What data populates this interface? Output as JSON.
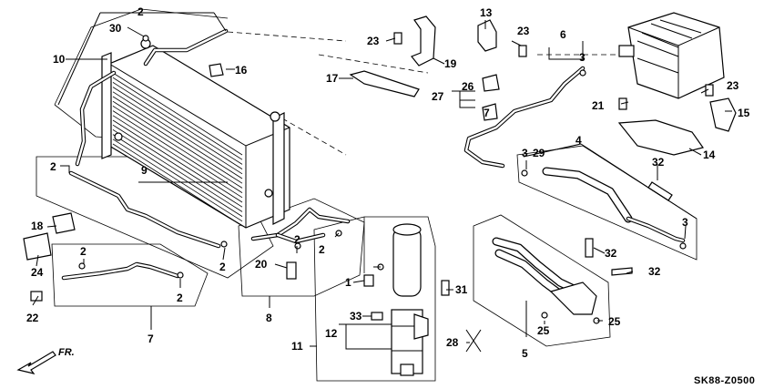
{
  "diagram_code": "SK88-Z0500",
  "front_label": "FR.",
  "callouts": [
    {
      "id": "c2a",
      "text": "2"
    },
    {
      "id": "c30",
      "text": "30"
    },
    {
      "id": "c10",
      "text": "10"
    },
    {
      "id": "c16",
      "text": "16"
    },
    {
      "id": "c23a",
      "text": "23"
    },
    {
      "id": "c19",
      "text": "19"
    },
    {
      "id": "c17",
      "text": "17"
    },
    {
      "id": "c13",
      "text": "13"
    },
    {
      "id": "c23b",
      "text": "23"
    },
    {
      "id": "c6",
      "text": "6"
    },
    {
      "id": "c3a",
      "text": "3"
    },
    {
      "id": "c26",
      "text": "26"
    },
    {
      "id": "c27",
      "text": "27"
    },
    {
      "id": "c7b",
      "text": "7"
    },
    {
      "id": "c21",
      "text": "21"
    },
    {
      "id": "c23c",
      "text": "23"
    },
    {
      "id": "c15",
      "text": "15"
    },
    {
      "id": "c2b",
      "text": "2"
    },
    {
      "id": "c9",
      "text": "9"
    },
    {
      "id": "c3b",
      "text": "3"
    },
    {
      "id": "c29",
      "text": "29"
    },
    {
      "id": "c4",
      "text": "4"
    },
    {
      "id": "c14",
      "text": "14"
    },
    {
      "id": "c32a",
      "text": "32"
    },
    {
      "id": "c18",
      "text": "18"
    },
    {
      "id": "c24",
      "text": "24"
    },
    {
      "id": "c2c",
      "text": "2"
    },
    {
      "id": "c2d",
      "text": "2"
    },
    {
      "id": "c2e",
      "text": "2"
    },
    {
      "id": "c3c",
      "text": "3"
    },
    {
      "id": "c32b",
      "text": "32"
    },
    {
      "id": "c32c",
      "text": "32"
    },
    {
      "id": "c20",
      "text": "20"
    },
    {
      "id": "c2f",
      "text": "2"
    },
    {
      "id": "c2g",
      "text": "2"
    },
    {
      "id": "c1",
      "text": "1"
    },
    {
      "id": "c31",
      "text": "31"
    },
    {
      "id": "c22",
      "text": "22"
    },
    {
      "id": "c8",
      "text": "8"
    },
    {
      "id": "c7",
      "text": "7"
    },
    {
      "id": "c33",
      "text": "33"
    },
    {
      "id": "c12",
      "text": "12"
    },
    {
      "id": "c11",
      "text": "11"
    },
    {
      "id": "c28",
      "text": "28"
    },
    {
      "id": "c25a",
      "text": "25"
    },
    {
      "id": "c25b",
      "text": "25"
    },
    {
      "id": "c5",
      "text": "5"
    }
  ]
}
